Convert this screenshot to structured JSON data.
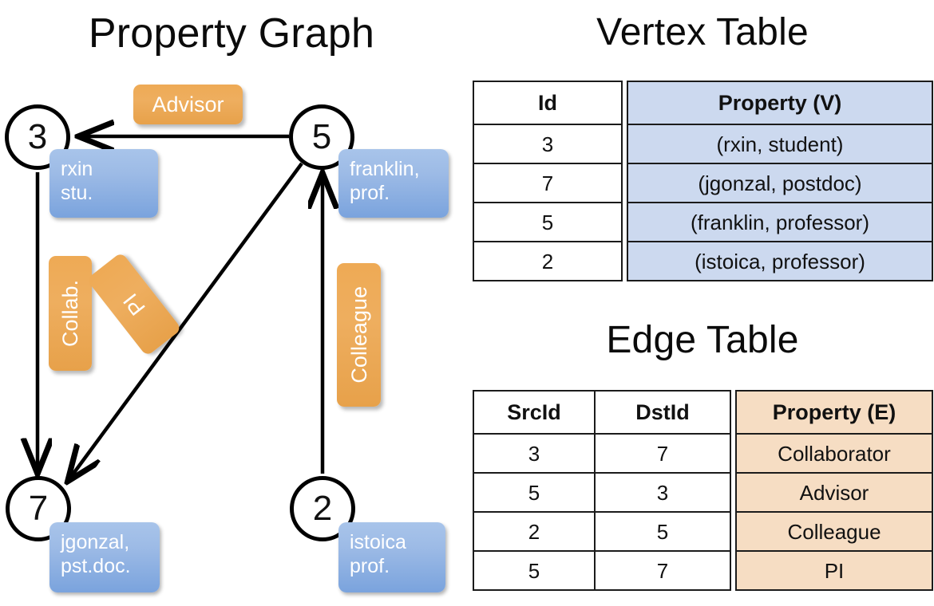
{
  "titles": {
    "property_graph": "Property Graph",
    "vertex_table": "Vertex Table",
    "edge_table": "Edge Table"
  },
  "colors": {
    "vertex_property_fill": "#ccd9ef",
    "edge_property_fill": "#f6ddc3",
    "blue_box": "#7aa3dd",
    "orange_box": "#e7a14a",
    "stroke": "#000000"
  },
  "graph": {
    "vertices": [
      {
        "id": "3",
        "label": "rxin\nstu."
      },
      {
        "id": "5",
        "label": "franklin,\nprof."
      },
      {
        "id": "7",
        "label": "jgonzal,\npst.doc."
      },
      {
        "id": "2",
        "label": "istoica\nprof."
      }
    ],
    "edge_labels": [
      {
        "name": "advisor",
        "text": "Advisor"
      },
      {
        "name": "collab",
        "text": "Collab."
      },
      {
        "name": "pi",
        "text": "PI"
      },
      {
        "name": "colleague",
        "text": "Colleague"
      }
    ]
  },
  "vertex_table": {
    "headers": [
      "Id",
      "Property (V)"
    ],
    "rows": [
      {
        "id": "3",
        "property": "(rxin, student)"
      },
      {
        "id": "7",
        "property": "(jgonzal, postdoc)"
      },
      {
        "id": "5",
        "property": "(franklin, professor)"
      },
      {
        "id": "2",
        "property": "(istoica, professor)"
      }
    ]
  },
  "edge_table": {
    "headers": [
      "SrcId",
      "DstId",
      "Property (E)"
    ],
    "rows": [
      {
        "src": "3",
        "dst": "7",
        "property": "Collaborator"
      },
      {
        "src": "5",
        "dst": "3",
        "property": "Advisor"
      },
      {
        "src": "2",
        "dst": "5",
        "property": "Colleague"
      },
      {
        "src": "5",
        "dst": "7",
        "property": "PI"
      }
    ]
  }
}
